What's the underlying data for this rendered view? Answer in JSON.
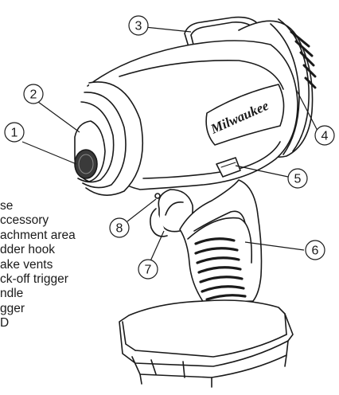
{
  "callouts": [
    "1",
    "2",
    "3",
    "4",
    "5",
    "6",
    "7",
    "8"
  ],
  "legend": [
    "se",
    "ccessory",
    "achment area",
    "dder hook",
    "ake vents",
    "ck-off trigger",
    "ndle",
    "gger",
    "D"
  ],
  "brand_mark": "Milwaukee",
  "colors": {
    "line": "#1a1a1a",
    "body": "#ffffff",
    "shade": "#3a3a3a"
  }
}
